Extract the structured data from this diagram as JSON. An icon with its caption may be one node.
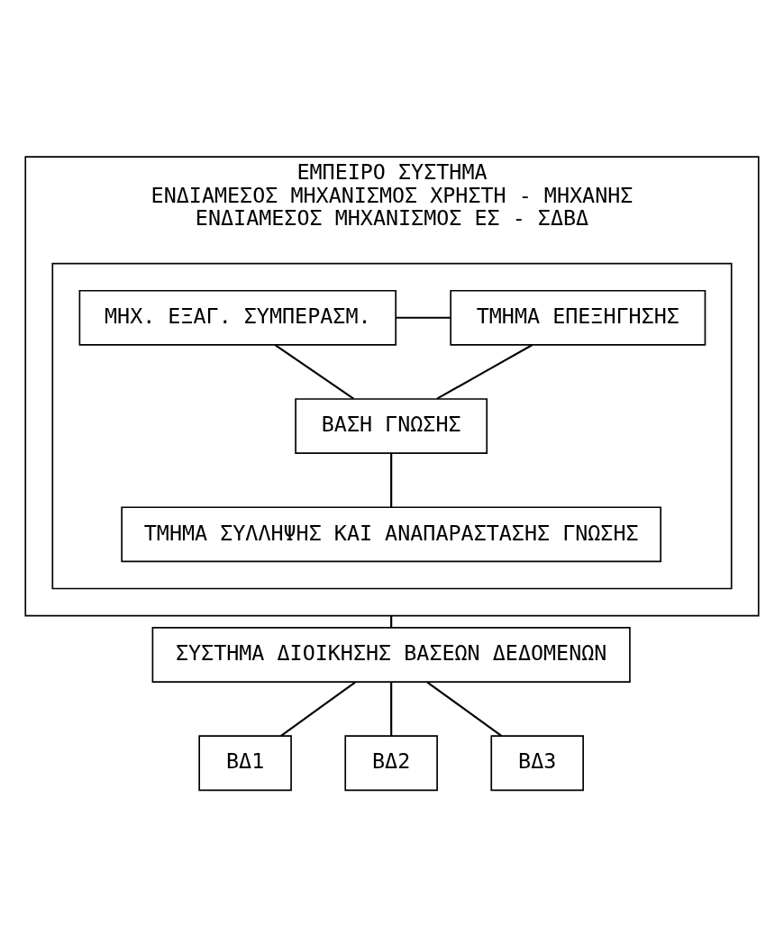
{
  "diagram": {
    "nodes": [
      {
        "text": [
          "ΕΜΠΕΙΡΟ ΣΥΣΤΗΜΑ",
          "ΕΝΔΙΑΜΕΣΟΣ ΜΗΧΑΝΙΣΜΟΣ ΧΡΗΣΤΗ - ΜΗΧΑΝΗΣ",
          "ΕΝΔΙΑΜΕΣΟΣ ΜΗΧΑΝΙΣΜΟΣ ΕΣ - ΣΔΒΔ"
        ]
      },
      {
        "text": [],
        "shape": "box",
        "in": 0
      },
      {
        "text": [
          "ΜΗΧ. ΕΞΑΓ. ΣΥΜΠΕΡΑΣΜ."
        ],
        "in": 1
      },
      {
        "text": [
          "ΤΜΗΜΑ ΕΠΕΞΗΓΗΣΗΣ"
        ],
        "in": 1
      },
      {
        "text": [
          "ΒΑΣΗ ΓΝΩΣΗΣ"
        ],
        "in": 1
      },
      {
        "text": [
          "ΤΜΗΜΑ ΣΥΛΛΗΨΗΣ ΚΑΙ ΑΝΑΠΑΡΑΣΤΑΣΗΣ ΓΝΩΣΗΣ"
        ],
        "in": 1
      },
      {
        "text": [
          "ΣΥΣΤΗΜΑ ΔΙΟΙΚΗΣΗΣ ΒΑΣΕΩΝ ΔΕΔΟΜΕΝΩΝ"
        ]
      },
      {
        "text": [
          "ΒΔ1"
        ]
      },
      {
        "text": [
          "ΒΔ2"
        ]
      },
      {
        "text": [
          "ΒΔ3"
        ]
      }
    ],
    "edges": [
      {
        "from": 2,
        "to": 3,
        "arrow": "none"
      },
      {
        "from": 2,
        "to": 4,
        "arrow": "none"
      },
      {
        "from": 3,
        "to": 4,
        "arrow": "none"
      },
      {
        "from": 4,
        "to": 5,
        "arrow": "none"
      },
      {
        "from": 0,
        "to": 6,
        "arrow": "none"
      },
      {
        "from": 6,
        "to": 7,
        "arrow": "none"
      },
      {
        "from": 6,
        "to": 8,
        "arrow": "none"
      },
      {
        "from": 6,
        "to": 9,
        "arrow": "none"
      }
    ]
  }
}
